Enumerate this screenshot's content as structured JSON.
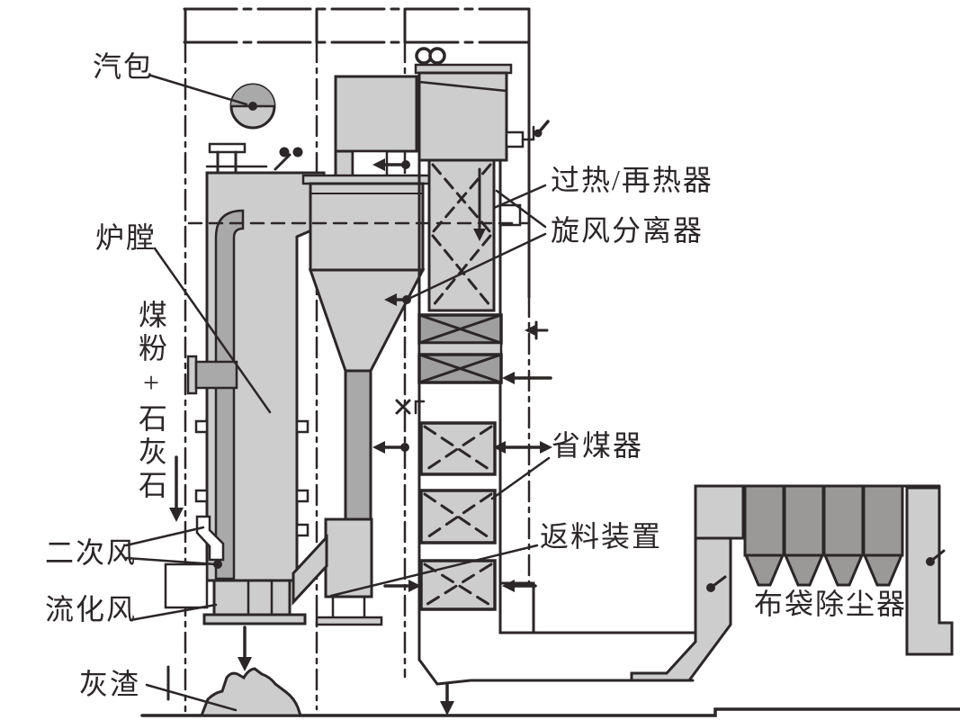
{
  "diagram": {
    "type": "CFB boiler flow schematic",
    "labels": {
      "steam_drum": "汽包",
      "furnace": "炉膛",
      "feedstock": "煤粉+石灰石",
      "secondary_air": "二次风",
      "fluidizing_air": "流化风",
      "ash_slag": "灰渣",
      "superheater_reheater": "过热/再热器",
      "cyclone_separator": "旋风分离器",
      "economizer": "省煤器",
      "return_device": "返料装置",
      "bag_dust_collector": "布袋除尘器"
    },
    "colors": {
      "line": "#2b2627",
      "light_gray_fill": "#cdcdcd",
      "mid_gray_fill": "#a9a9a9",
      "dark_bank_fill": "#9f9f9f",
      "bag_fill": "#9a9998",
      "background": "#ffffff"
    }
  }
}
